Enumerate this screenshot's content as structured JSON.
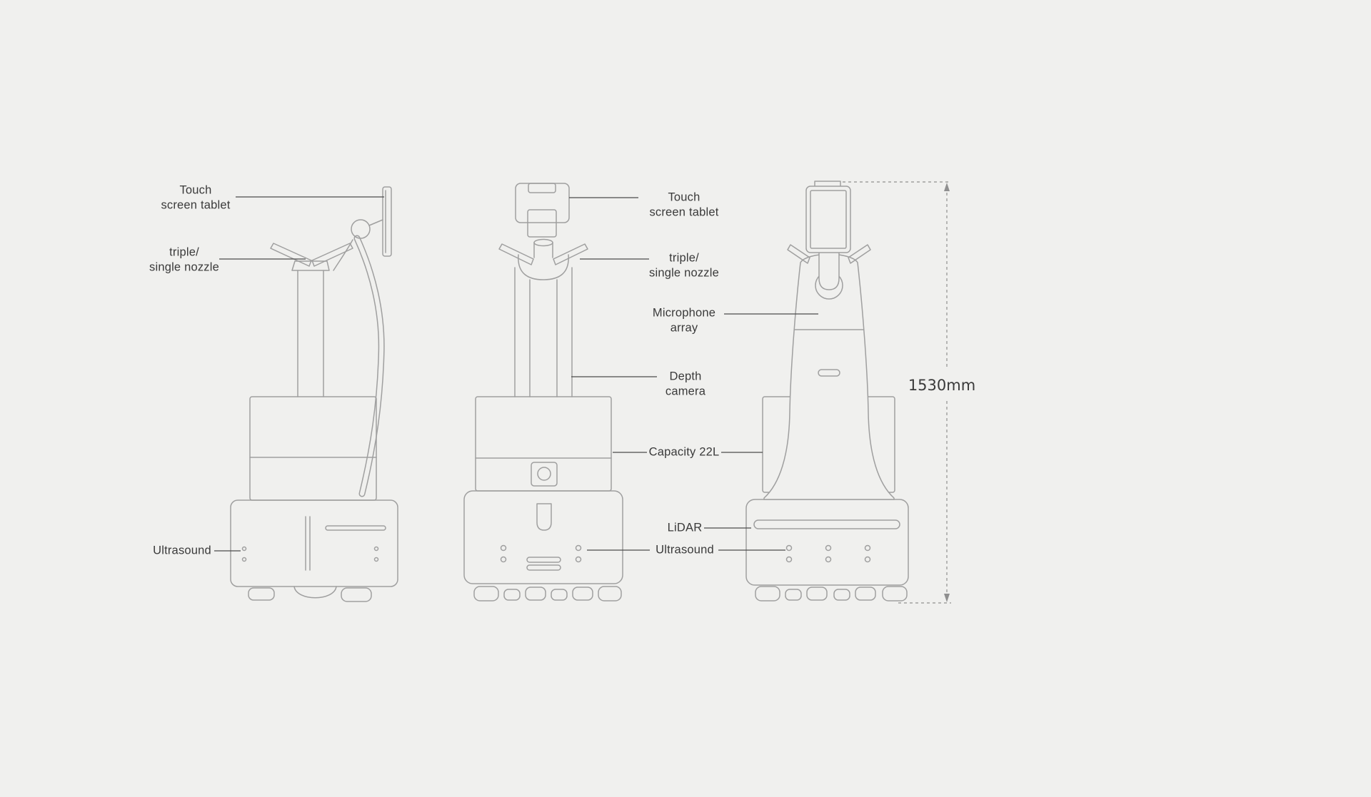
{
  "colors": {
    "background": "#f0f0ee",
    "drawing_line": "#9f9f9f",
    "leader_line": "#4b4b4b",
    "text": "#3a3a3a",
    "dimension_line": "#8f8f8f"
  },
  "labels": {
    "side": {
      "touch_screen_tablet": "Touch\nscreen tablet",
      "nozzle": "triple/\nsingle nozzle",
      "ultrasound": "Ultrasound"
    },
    "front": {
      "touch_screen_tablet": "Touch\nscreen tablet",
      "nozzle": "triple/\nsingle nozzle",
      "microphone_array": "Microphone\narray",
      "depth_camera": "Depth\ncamera",
      "capacity": "Capacity 22L",
      "lidar": "LiDAR",
      "ultrasound": "Ultrasound"
    },
    "dimension": {
      "height": "1530mm"
    }
  }
}
